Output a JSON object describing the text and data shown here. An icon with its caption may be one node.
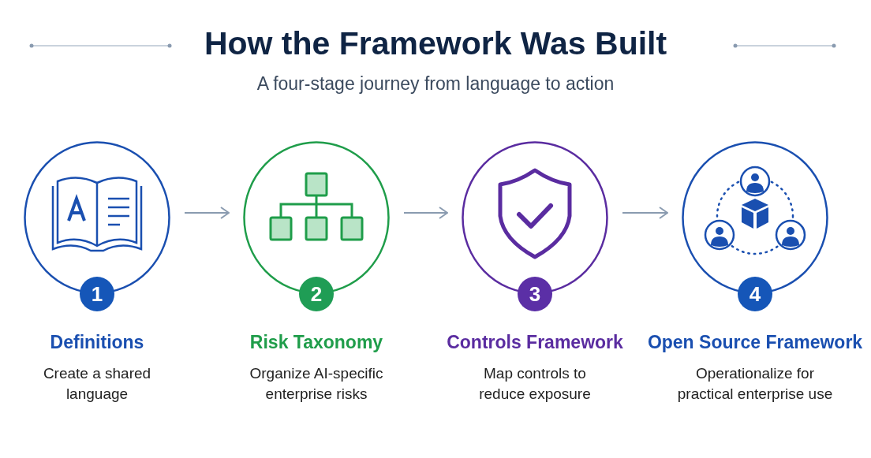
{
  "diagram": {
    "title": "How the Framework Was Built",
    "caption": "A four-stage journey from language to action",
    "nodes": [
      {
        "text": [
          "1",
          "Definitions",
          "Create a shared language"
        ]
      },
      {
        "text": [
          "2",
          "Risk Taxonomy",
          "Organize AI-specific enterprise risks"
        ]
      },
      {
        "text": [
          "3",
          "Controls Framework",
          "Map controls to reduce exposure"
        ]
      },
      {
        "text": [
          "4",
          "Open Source Framework",
          "Operationalize for practical enterprise use"
        ]
      }
    ],
    "edges": [
      {
        "from": 0,
        "to": 1,
        "arrow": "to"
      },
      {
        "from": 1,
        "to": 2,
        "arrow": "to"
      },
      {
        "from": 2,
        "to": 3,
        "arrow": "to"
      }
    ]
  }
}
